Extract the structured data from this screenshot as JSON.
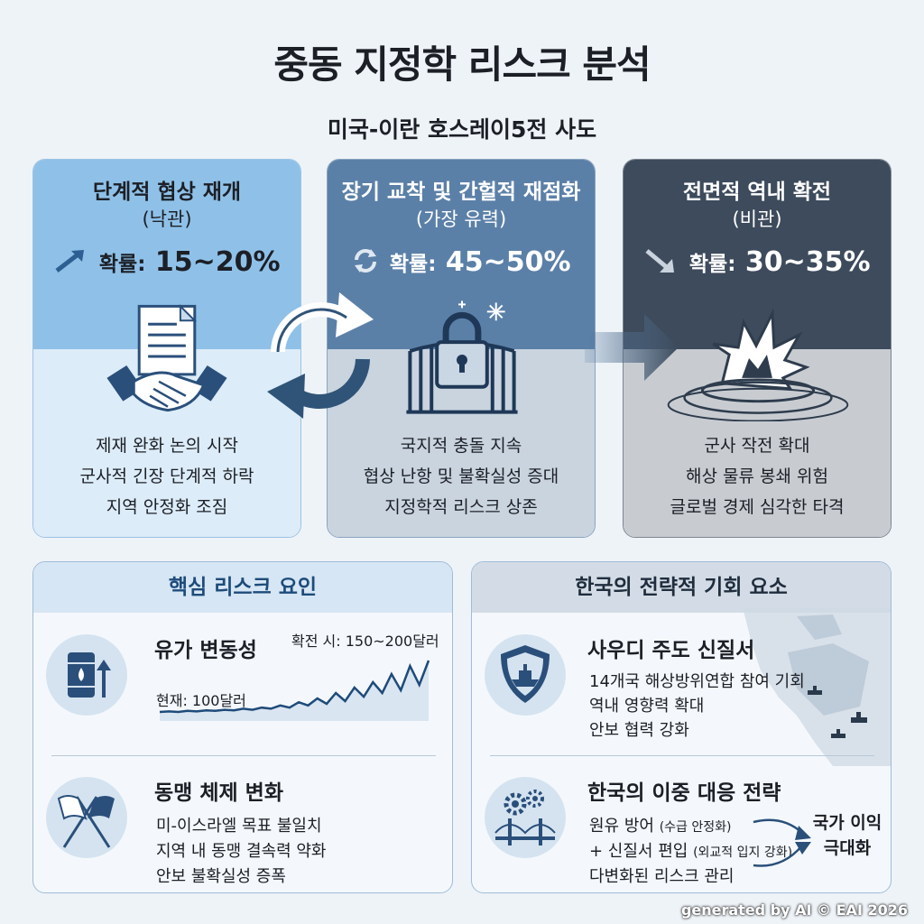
{
  "title": "중동 지정학 리스크 분석",
  "subtitle": "미국-이란 호스레이5전 사도",
  "scenarios": [
    {
      "heading": "단계적 협상 재개",
      "sub": "(낙관)",
      "prob_label": "확률:",
      "prob_value": "15~20%",
      "trend_icon": "arrow-up-right-icon",
      "lines": [
        "제재 완화 논의 시작",
        "군사적 긴장 단계적 하락",
        "지역 안정화 조짐"
      ]
    },
    {
      "heading": "장기 교착 및 간헐적 재점화",
      "sub": "(가장 유력)",
      "prob_label": "확률:",
      "prob_value": "45~50%",
      "trend_icon": "cycle-icon",
      "lines": [
        "국지적 충돌 지속",
        "협상 난항 및 불확실성 증대",
        "지정학적 리스크 상존"
      ]
    },
    {
      "heading": "전면적 역내 확전",
      "sub": "(비관)",
      "prob_label": "확률:",
      "prob_value": "30~35%",
      "trend_icon": "arrow-down-right-icon",
      "lines": [
        "군사 작전 확대",
        "해상 물류 봉쇄 위험",
        "글로벌 경제 심각한 타격"
      ]
    }
  ],
  "risk_panel": {
    "heading": "핵심 리스크 요인",
    "oil": {
      "title": "유가 변동성",
      "current_label": "현재: 100달러",
      "escalation_label": "확전 시: 150~200달러",
      "series": [
        100,
        101,
        100,
        102,
        101,
        103,
        102,
        104,
        103,
        106,
        104,
        108,
        106,
        112,
        108,
        118,
        112,
        125,
        115,
        135,
        120,
        145,
        128,
        155,
        135,
        170,
        140,
        185,
        150,
        195
      ]
    },
    "alliance": {
      "title": "동맹 체제 변화",
      "lines": [
        "미-이스라엘 목표 불일치",
        "지역 내 동맹 결속력 약화",
        "안보 불확실성 증폭"
      ]
    }
  },
  "korea_panel": {
    "heading": "한국의 전략적 기회 요소",
    "saudi": {
      "title": "사우디 주도 신질서",
      "lines": [
        "14개국 해상방위연합 참여 기회",
        "역내 영향력 확대",
        "안보 협력 강화"
      ]
    },
    "dual": {
      "title": "한국의 이중 대응 전략",
      "line1_main": "원유 방어",
      "line1_note": "(수급 안정화)",
      "line2_main": "+ 신질서 편입",
      "line2_note": "(외교적 입지 강화)",
      "line3": "다변화된 리스크 관리",
      "result_line1": "국가 이익",
      "result_line2": "극대화"
    }
  },
  "credit": "generated by AI © EAI 2026",
  "colors": {
    "optimistic": "#8fc1e8",
    "likely": "#5b80a8",
    "pessimistic": "#3d4b5c",
    "accent_navy": "#1e4b7a"
  }
}
